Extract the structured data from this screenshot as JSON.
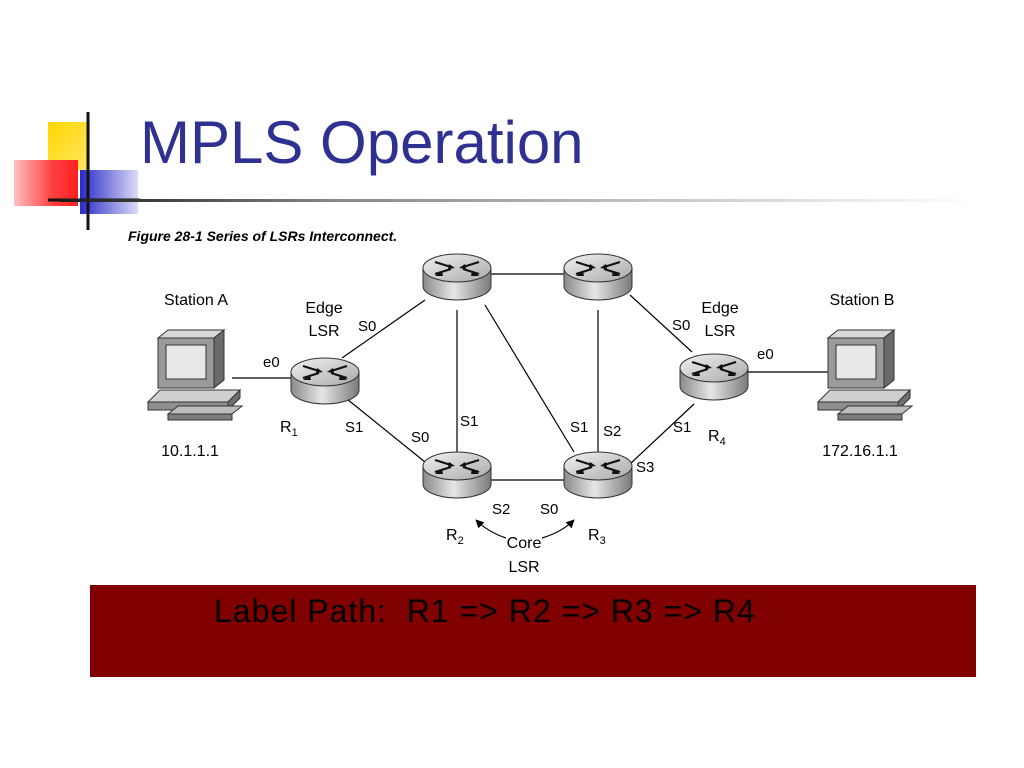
{
  "slide": {
    "title": "MPLS Operation",
    "banner_text": "Label Path:  R1 => R2 => R3 => R4"
  },
  "figure": {
    "caption": "Figure 28-1   Series of LSRs Interconnect.",
    "station_a": {
      "name": "Station A",
      "ip": "10.1.1.1"
    },
    "station_b": {
      "name": "Station B",
      "ip": "172.16.1.1"
    },
    "edge_left": {
      "line1": "Edge",
      "line2": "LSR"
    },
    "edge_right": {
      "line1": "Edge",
      "line2": "LSR"
    },
    "core": {
      "line1": "Core",
      "line2": "LSR"
    },
    "routers": {
      "r1": {
        "letter": "R",
        "sub": "1"
      },
      "r2": {
        "letter": "R",
        "sub": "2"
      },
      "r3": {
        "letter": "R",
        "sub": "3"
      },
      "r4": {
        "letter": "R",
        "sub": "4"
      }
    },
    "ports": {
      "r1_e0": "e0",
      "r1_s0": "S0",
      "r1_s1": "S1",
      "r2_s0": "S0",
      "r2_s1": "S1",
      "r2_s2": "S2",
      "r3_s0": "S0",
      "r3_s1": "S1",
      "r3_s2": "S2",
      "r3_s3": "S3",
      "r4_s0": "S0",
      "r4_s1": "S1",
      "r4_e0": "e0"
    }
  },
  "colors": {
    "title": "#2e3192",
    "banner": "#800000",
    "deco_yellow": "#ffd700",
    "deco_blue": "#3333cc",
    "deco_red": "#ff3333"
  }
}
